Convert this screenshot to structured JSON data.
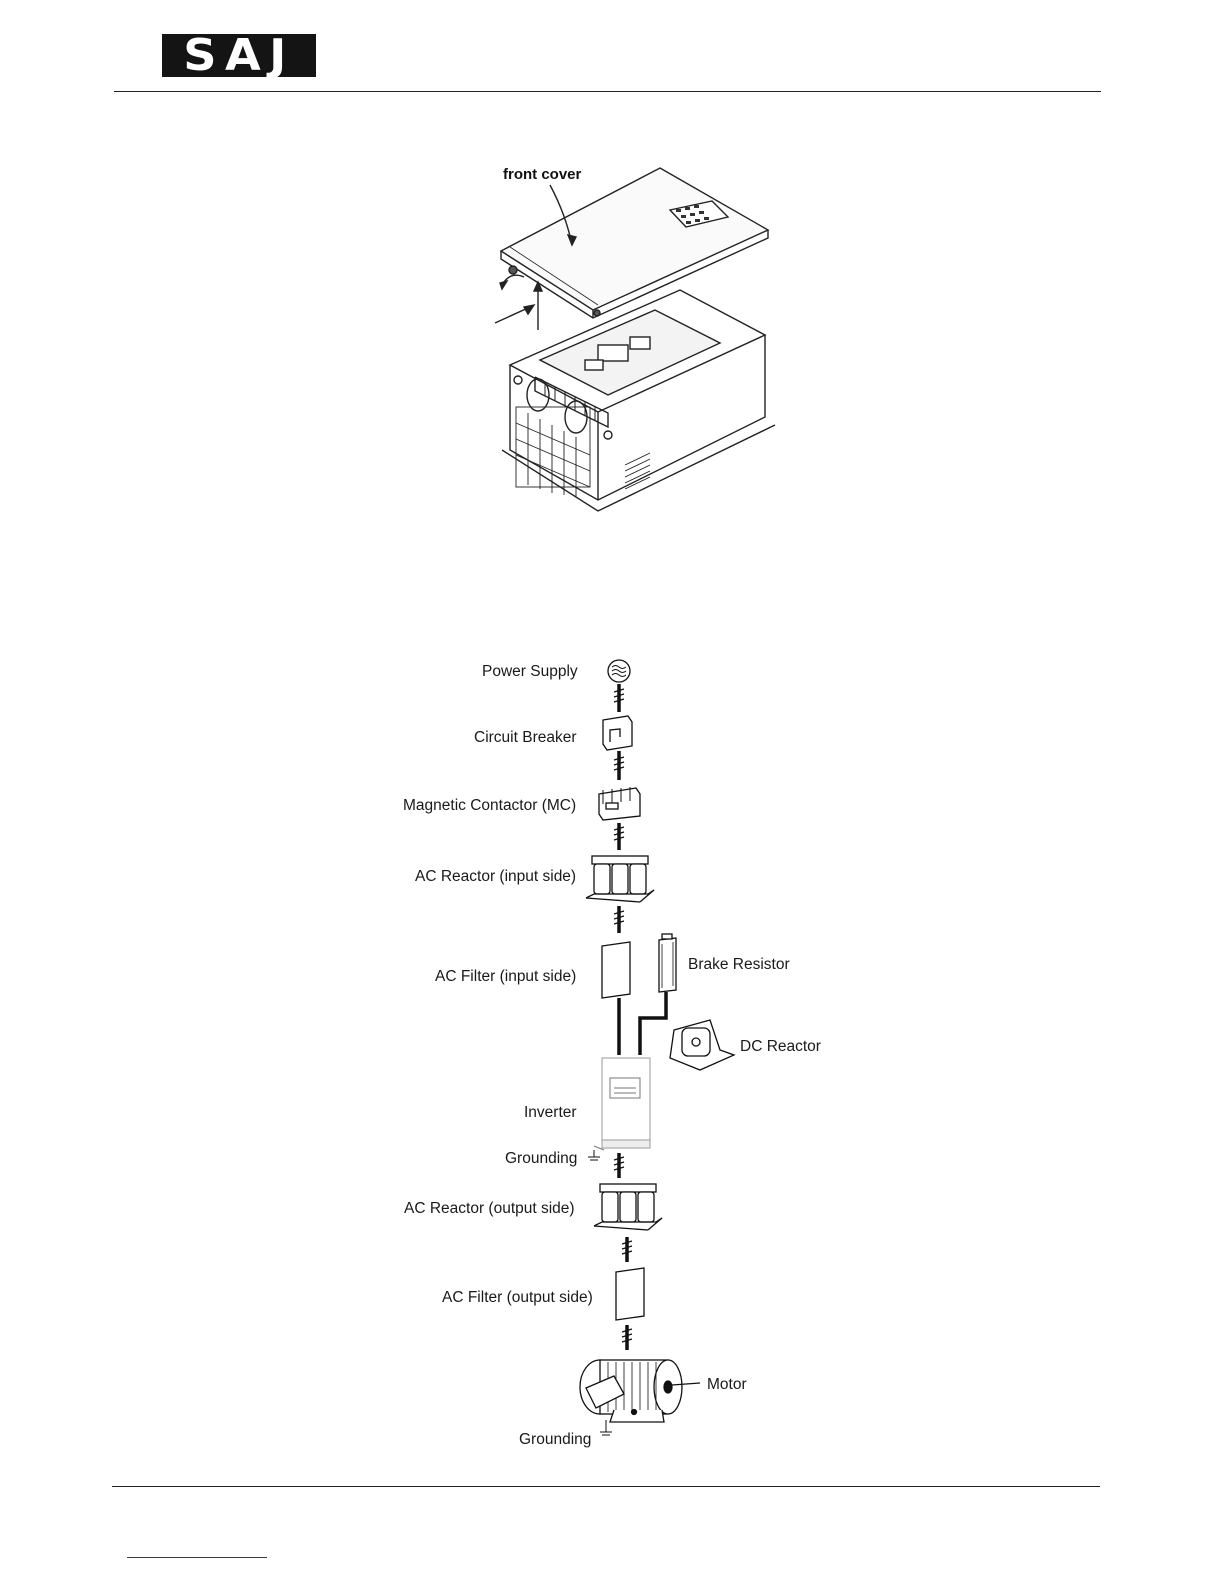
{
  "header": {
    "logo_text": "SAJ"
  },
  "figure_cover": {
    "callout": "front cover"
  },
  "wiring_diagram": {
    "components": {
      "power_supply": "Power Supply",
      "circuit_breaker": "Circuit Breaker",
      "magnetic_contactor": "Magnetic Contactor (MC)",
      "ac_reactor_input": "AC Reactor (input side)",
      "ac_filter_input": "AC Filter (input side)",
      "brake_resistor": "Brake Resistor",
      "dc_reactor": "DC Reactor",
      "inverter": "Inverter",
      "grounding_inverter": "Grounding",
      "ac_reactor_output": "AC Reactor (output side)",
      "ac_filter_output": "AC Filter (output side)",
      "motor": "Motor",
      "grounding_motor": "Grounding"
    }
  }
}
